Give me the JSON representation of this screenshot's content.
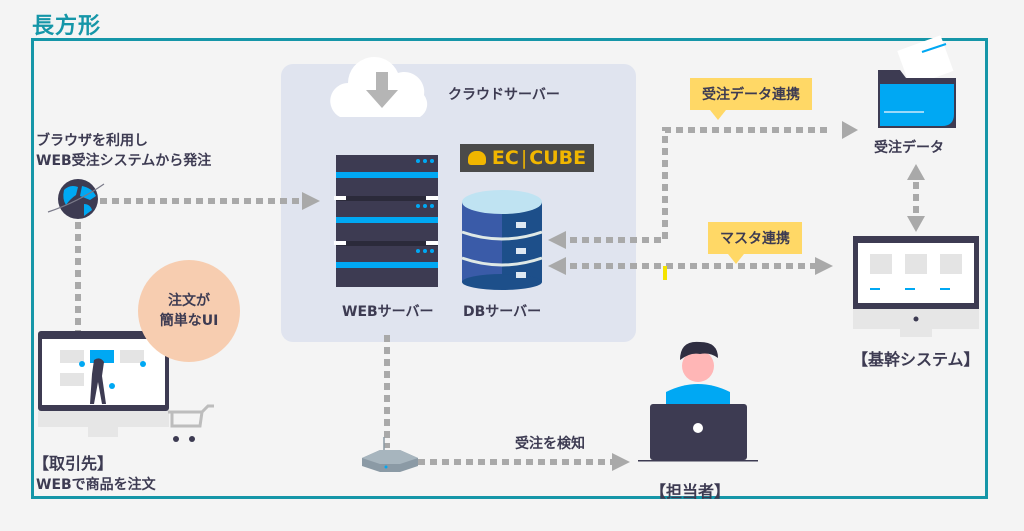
{
  "title": "長方形",
  "cloud_label": "クラウドサーバー",
  "client": {
    "note_line1": "ブラウザを利用し",
    "note_line2": "WEB受注システムから発注",
    "bubble_line1": "注文が",
    "bubble_line2": "簡単なUI",
    "label": "【取引先】",
    "sublabel": "WEBで商品を注文"
  },
  "servers": {
    "web_label": "WEBサーバー",
    "db_label": "DBサーバー",
    "logo_text_left": "EC",
    "logo_text_right": "CUBE"
  },
  "callouts": {
    "order_sync": "受注データ連携",
    "master_sync": "マスタ連携"
  },
  "order_data_label": "受注データ",
  "core_system_label": "【基幹システム】",
  "notify_label": "受注を検知",
  "staff_label": "【担当者】",
  "colors": {
    "frame": "#1596a8",
    "cloud_panel": "#e0e4ef",
    "callout": "#ffd866",
    "bubble": "#f7cdb0",
    "accent_blue": "#00a8f3",
    "dark": "#3d3b52",
    "connector": "#a9a9a9"
  }
}
